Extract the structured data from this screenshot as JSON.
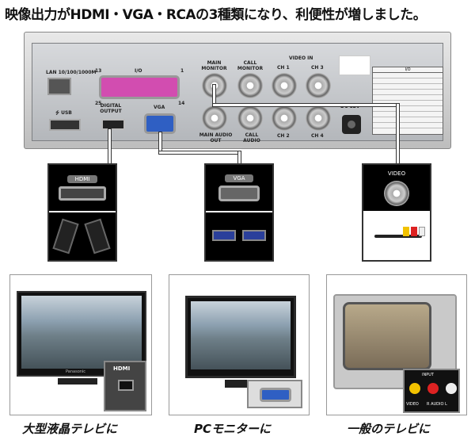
{
  "headline": "映像出力がHDMI・VGA・RCAの3種類になり、利便性が増しました。",
  "panel_labels": {
    "lan": "LAN 10/100/1000M",
    "usb": "USB",
    "io": "I/O",
    "io_pin_13": "13",
    "io_pin_1": "1",
    "io_pin_25": "25",
    "io_pin_14": "14",
    "digital_output": "DIGITAL OUTPUT",
    "vga": "VGA",
    "main_monitor": "MAIN MONITOR",
    "call_monitor": "CALL MONITOR",
    "video_in": "VIDEO IN",
    "ch1": "CH 1",
    "ch2": "CH 2",
    "ch3": "CH 3",
    "ch4": "CH 4",
    "main_audio_out": "MAIN AUDIO OUT",
    "call_audio": "CALL AUDIO",
    "dc12v": "DC 12V",
    "io_table_title": "I/O"
  },
  "cards": {
    "hdmi_tag": "HDMI",
    "vga_tag": "VGA",
    "video_tag": "VIDEO"
  },
  "tv_panels": [
    {
      "caption": "大型液晶テレビに",
      "brand": "Panasonic",
      "inset_label": "HDMI"
    },
    {
      "caption": "PCモニターに"
    },
    {
      "caption": "一般のテレビに",
      "inset_title": "INPUT",
      "inset_labels": [
        "VIDEO",
        "R AUDIO L"
      ]
    }
  ],
  "colors": {
    "db25": "#d24db0",
    "vga_port": "#2f5fc3",
    "rca_yellow": "#f2c200",
    "rca_red": "#d22",
    "rca_white": "#eee"
  }
}
